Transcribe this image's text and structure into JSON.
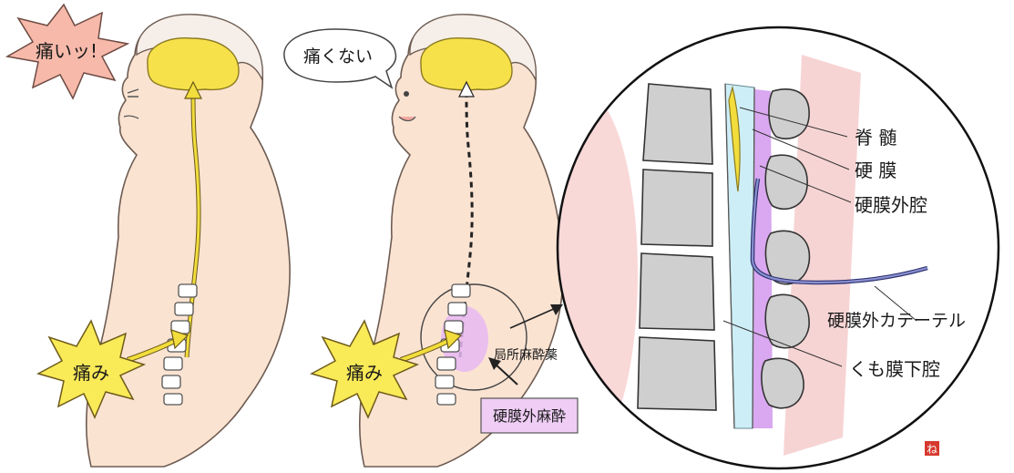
{
  "left_figure": {
    "burst_top_text": "痛いッ!",
    "burst_bottom_text": "痛み"
  },
  "middle_figure": {
    "speech_text": "痛くない",
    "burst_bottom_text": "痛み",
    "drug_label": "局所麻酔薬",
    "procedure_label": "硬膜外麻酔"
  },
  "detail_view": {
    "labels": [
      "脊 髄",
      "硬 膜",
      "硬膜外腔",
      "硬膜外カテーテル",
      "くも膜下腔"
    ]
  },
  "stamp_text": "ね",
  "colors": {
    "skin": "#fbe3d2",
    "brain": "#f7e14a",
    "nerve": "#f2dd3c",
    "burst_top": "#f6b9aa",
    "burst_yellow": "#f9ea57",
    "procedure_box": "#efcdf5",
    "csf": "#cdeef6",
    "epidural": "#d9a8f0",
    "bone": "#cfcfcf",
    "catheter": "#6e74b8",
    "stamp": "#d6392e"
  }
}
